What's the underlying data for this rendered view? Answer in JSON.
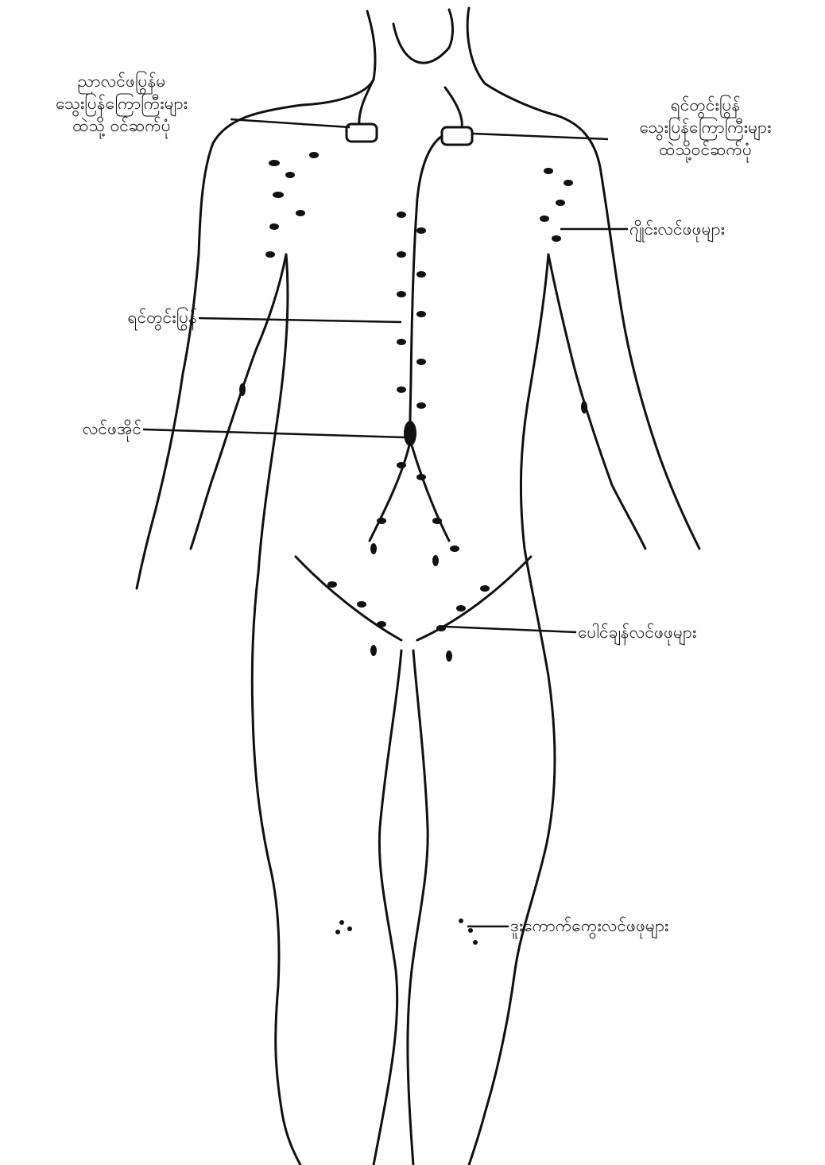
{
  "labels": {
    "left_shoulder": {
      "lines": [
        "ညာလင်ဖပြွန်မ",
        "သွေးပြန်ကြောကြီးများ",
        "ထဲသို့ ဝင်ဆက်ပုံ"
      ]
    },
    "right_shoulder": {
      "lines": [
        "ရင်တွင်းပြွန်",
        "သွေးပြန်ကြောကြီးများ",
        "ထဲသို့ဝင်ဆက်ပုံ"
      ]
    },
    "axillary": "ဂျိုင်းလင်ဖဖုများ",
    "thoracic_duct": "ရင်တွင်းပြွန်",
    "cisterna": "လင်ဖအိုင်",
    "inguinal": "ပေါင်ချန်လင်ဖဖုများ",
    "popliteal": "ဒူးကောက်ကွေးလင်ဖဖုများ"
  }
}
